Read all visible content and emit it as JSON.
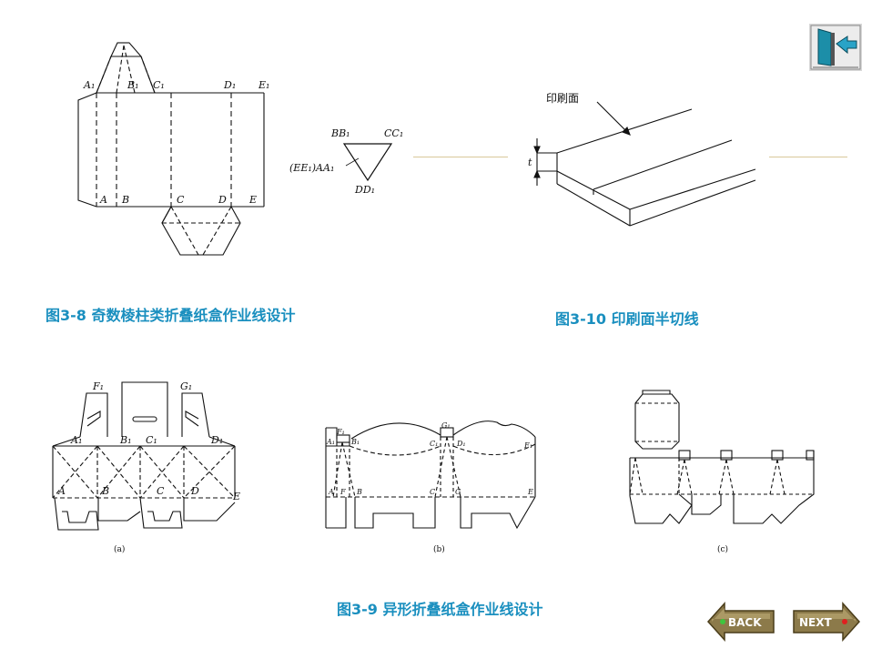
{
  "fig38": {
    "caption": "图3-8 奇数棱柱类折叠纸盒作业线设计",
    "labels": {
      "A1": "A₁",
      "B1": "B₁",
      "C1": "C₁",
      "D1": "D₁",
      "E1": "E₁",
      "A": "A",
      "B": "B",
      "C": "C",
      "D": "D",
      "E": "E",
      "BB1": "BB₁",
      "CC1": "CC₁",
      "EE1AA1": "(EE₁)AA₁",
      "DD1": "DD₁"
    }
  },
  "fig310": {
    "caption": "图3-10 印刷面半切线",
    "print_face_label": "印刷面",
    "thickness_label": "t"
  },
  "fig39": {
    "caption": "图3-9 异形折叠纸盒作业线设计",
    "sub_a": "(a)",
    "sub_b": "(b)",
    "sub_c": "(c)",
    "labels_a": {
      "F1": "F₁",
      "G1": "G₁",
      "A1": "A₁",
      "B1": "B₁",
      "C1": "C₁",
      "D1": "D₁",
      "A": "A",
      "B": "B",
      "C": "C",
      "D": "D",
      "E": "E"
    },
    "labels_b": {
      "A1": "A₁",
      "F1": "F₁",
      "B1": "B₁",
      "G1": "G₁",
      "C1": "C₁",
      "D1": "D₁",
      "E1": "E₁",
      "A": "A",
      "F": "F",
      "B": "B",
      "C": "C",
      "G": "G",
      "E": "E"
    }
  },
  "nav": {
    "back": "BACK",
    "next": "NEXT"
  },
  "colors": {
    "caption": "#1a8fbf",
    "accent_line": "#d9c89a"
  }
}
